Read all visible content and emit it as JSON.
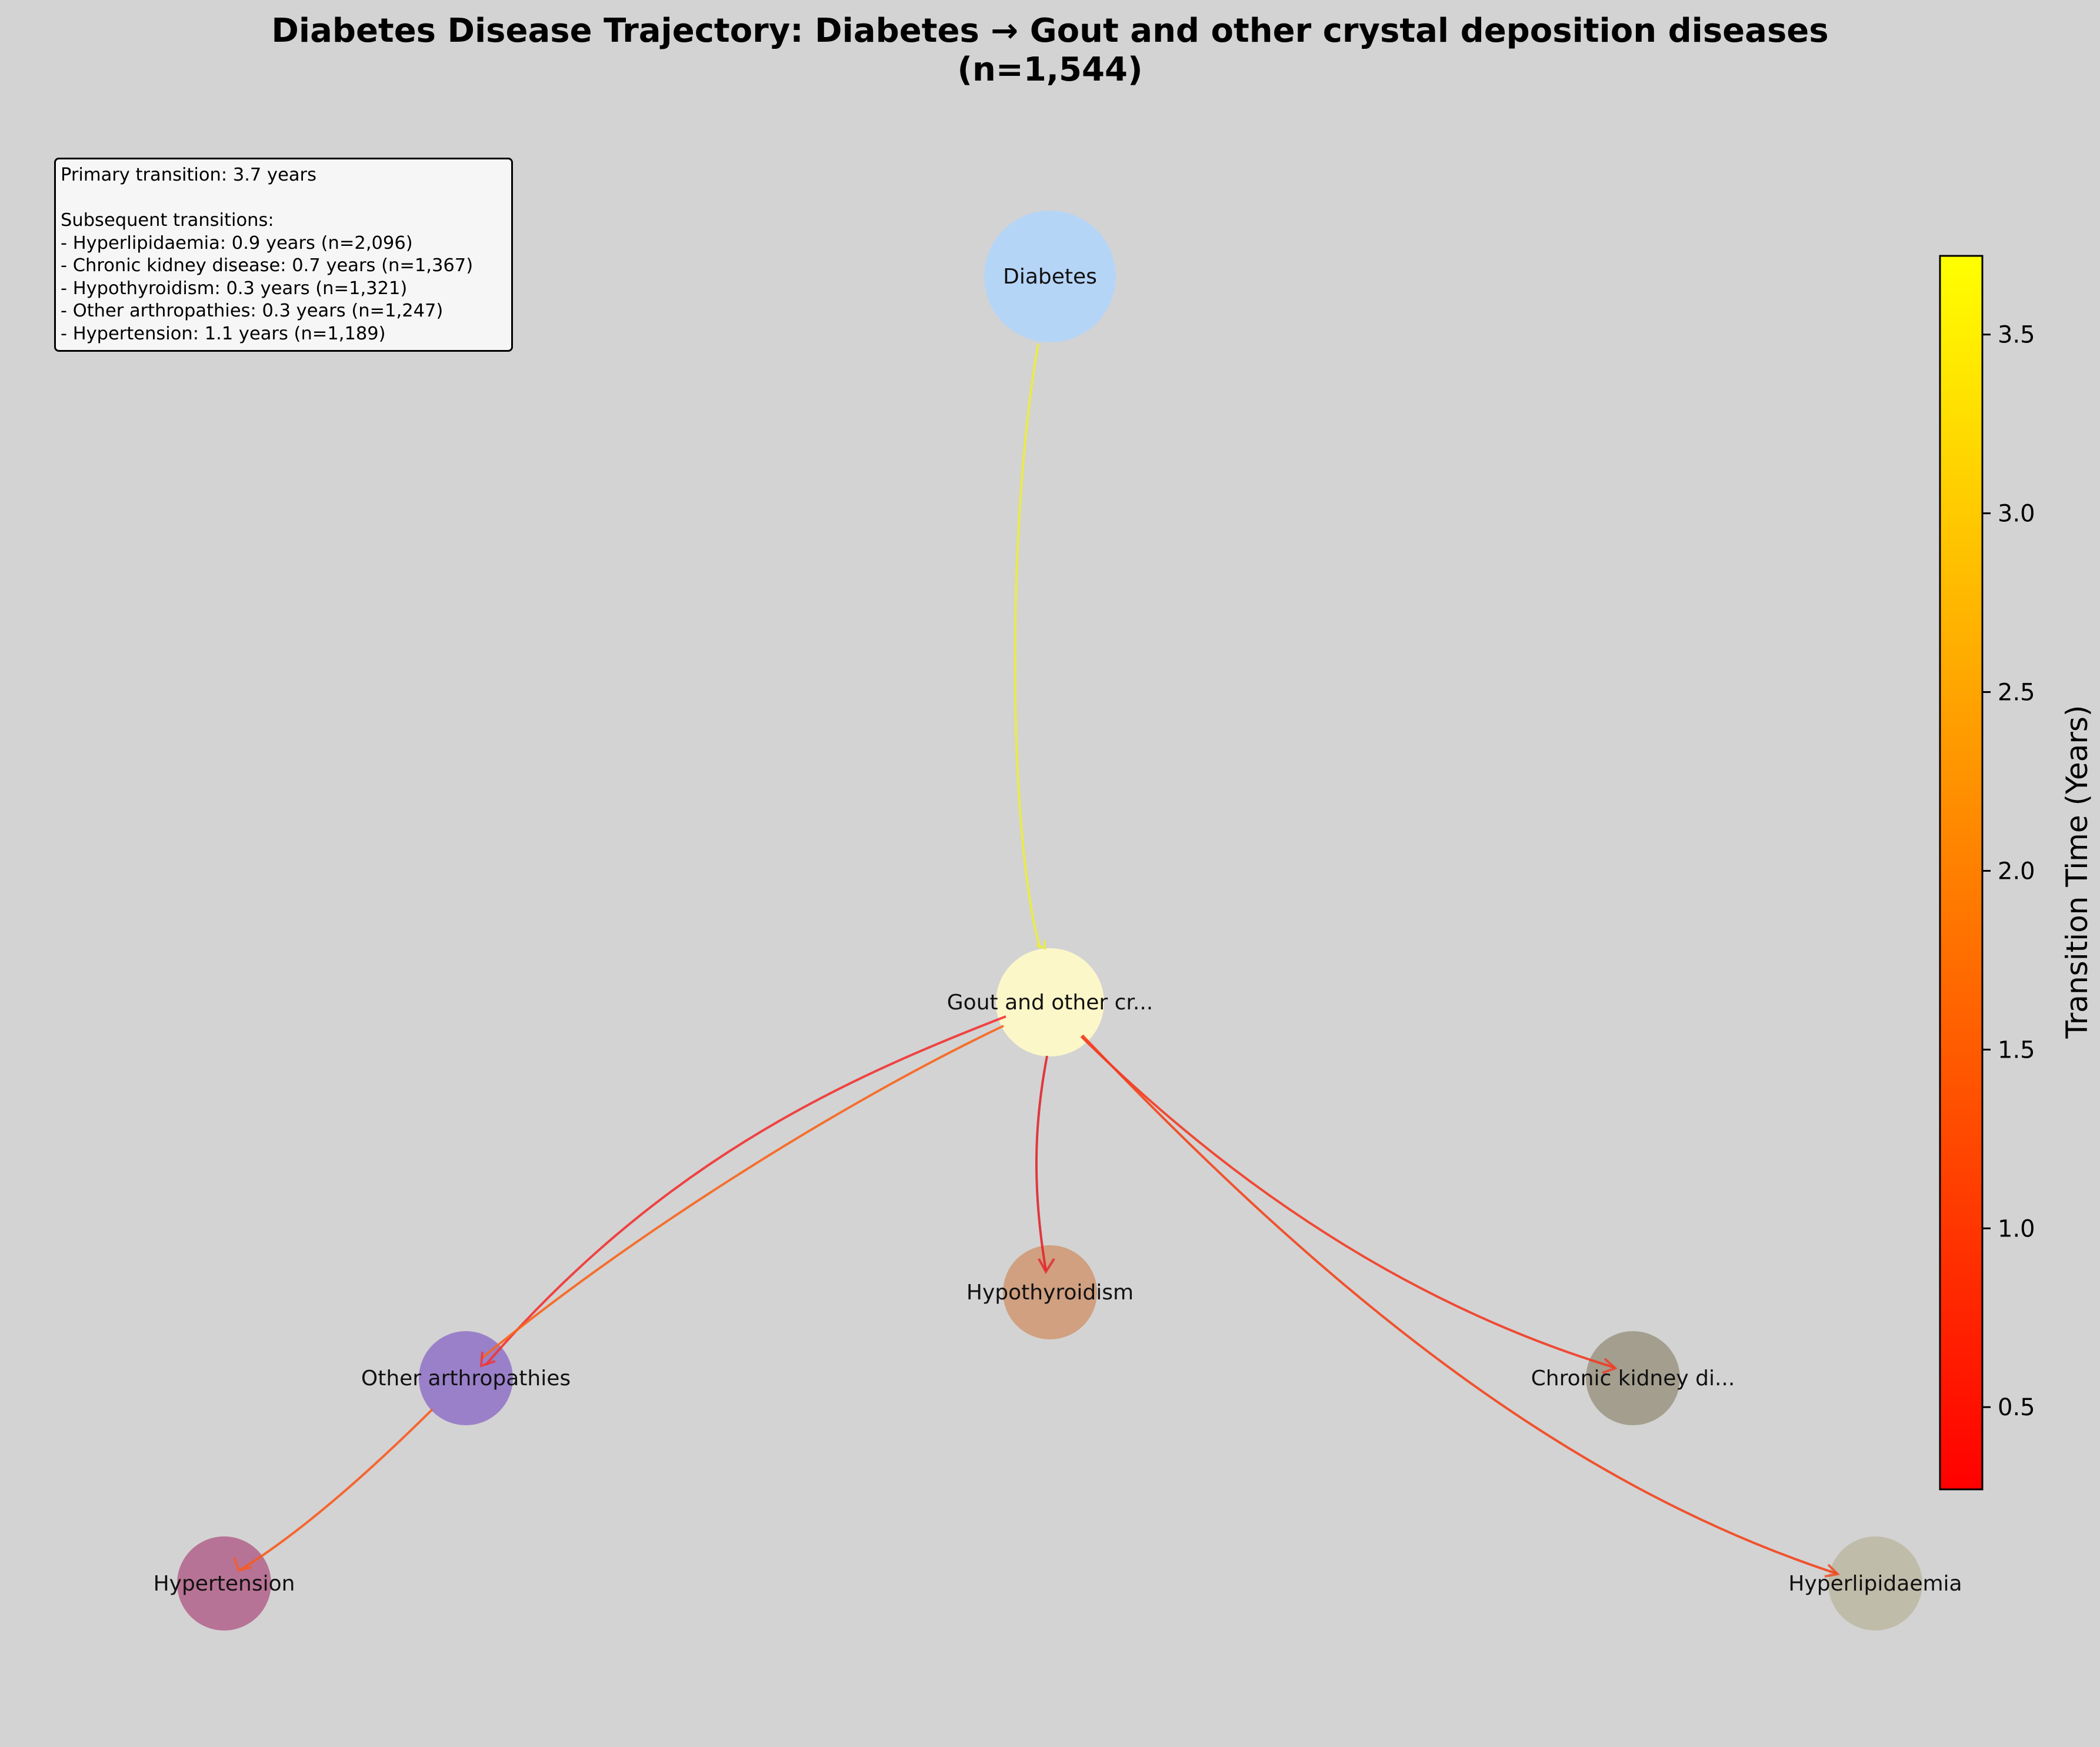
{
  "title": {
    "line1": "Diabetes Disease Trajectory: Diabetes → Gout and other crystal deposition diseases",
    "line2": "(n=1,544)"
  },
  "info": {
    "primary": "Primary transition: 3.7 years",
    "subsequent_header": "Subsequent transitions:",
    "items": [
      "- Hyperlipidaemia: 0.9 years (n=2,096)",
      "- Chronic kidney disease: 0.7 years (n=1,367)",
      "- Hypothyroidism: 0.3 years (n=1,321)",
      "- Other arthropathies: 0.3 years (n=1,247)",
      "- Hypertension: 1.1 years (n=1,189)"
    ]
  },
  "nodes": [
    {
      "id": "diabetes",
      "label": "Diabetes",
      "color": "#b5d5f7"
    },
    {
      "id": "gout",
      "label": "Gout and other cr...",
      "color": "#fbf7c9"
    },
    {
      "id": "hypothyroidism",
      "label": "Hypothyroidism",
      "color": "#d0a080"
    },
    {
      "id": "arthropathies",
      "label": "Other arthropathies",
      "color": "#9a80c9"
    },
    {
      "id": "ckd",
      "label": "Chronic kidney di...",
      "color": "#a39e8e"
    },
    {
      "id": "hypertension",
      "label": "Hypertension",
      "color": "#b77395"
    },
    {
      "id": "hyperlipidaemia",
      "label": "Hyperlipidaemia",
      "color": "#c0bcaa"
    }
  ],
  "edges": [
    {
      "from": "diabetes",
      "to": "gout",
      "years": 3.7
    },
    {
      "from": "gout",
      "to": "hyperlipidaemia",
      "years": 0.9
    },
    {
      "from": "gout",
      "to": "ckd",
      "years": 0.7
    },
    {
      "from": "gout",
      "to": "hypothyroidism",
      "years": 0.3
    },
    {
      "from": "gout",
      "to": "arthropathies",
      "years": 0.3
    },
    {
      "from": "gout",
      "to": "arthropathies",
      "years": 1.1
    },
    {
      "from": "arthropathies",
      "to": "hypertension",
      "years": 1.1
    }
  ],
  "colorbar": {
    "label": "Transition Time (Years)",
    "min": 0.27,
    "max": 3.72,
    "ticks": [
      "0.5",
      "1.0",
      "1.5",
      "2.0",
      "2.5",
      "3.0",
      "3.5"
    ],
    "colormap": "autumn (red → yellow)"
  }
}
